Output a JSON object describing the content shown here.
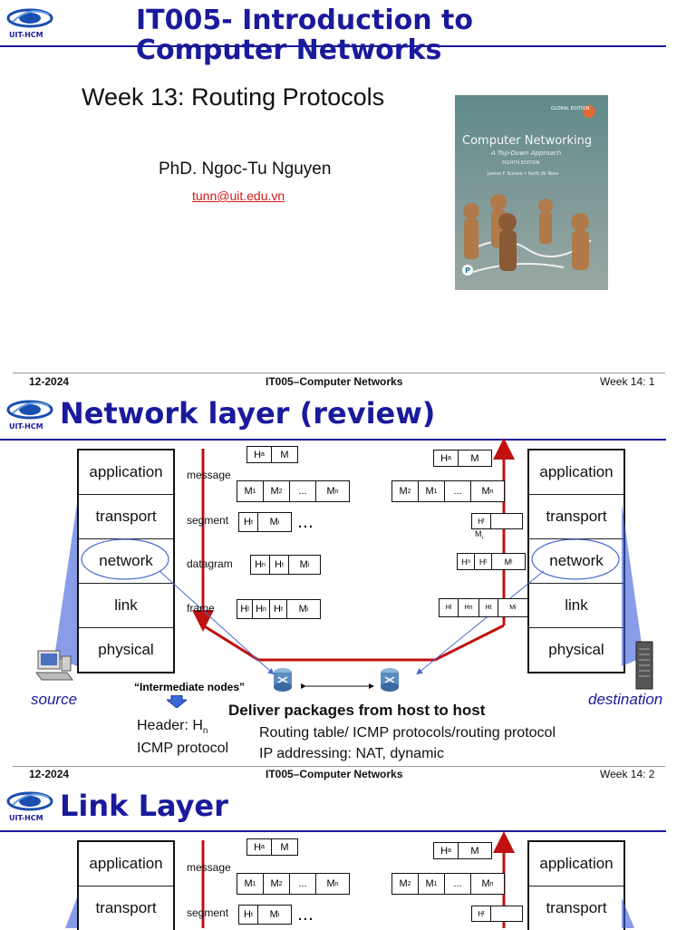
{
  "slide1": {
    "logo_text": "UIT-HCM",
    "title": "IT005- Introduction to Computer Networks",
    "subtitle": "Week 13: Routing Protocols",
    "author": "PhD. Ngoc-Tu Nguyen",
    "email": "tunn@uit.edu.vn",
    "book": {
      "badge": "GLOBAL EDITION",
      "title": "Computer Networking",
      "subtitle": "A Top-Down Approach",
      "edition": "EIGHTH EDITION",
      "authors": "James F. Kurose • Keith W. Ross",
      "publisher_mark": "P"
    }
  },
  "footer1": {
    "date": "12-2024",
    "course": "IT005–Computer Networks",
    "week": "Week 14: 1"
  },
  "slide2": {
    "logo_text": "UIT-HCM",
    "title": "Network layer (review)",
    "layers": [
      "application",
      "transport",
      "network",
      "link",
      "physical"
    ],
    "row_labels": {
      "message": "message",
      "segment": "segment",
      "datagram": "datagram",
      "frame": "frame"
    },
    "source": "source",
    "destination": "destination",
    "intermediate": "“Intermediate nodes”",
    "deliver": "Deliver packages from host to host",
    "header_prefix": "Header: H",
    "header_sub": "n",
    "icmp": "ICMP protocol",
    "routing": "Routing table/ ICMP protocols/routing protocol",
    "ip": "IP addressing: NAT, dynamic",
    "ellipsis": "…"
  },
  "footer2": {
    "date": "12-2024",
    "course": "IT005–Computer Networks",
    "week": "Week 14: 2"
  },
  "slide3": {
    "logo_text": "UIT-HCM",
    "title": "Link Layer",
    "layers": [
      "application",
      "transport"
    ],
    "row_labels": {
      "message": "message",
      "segment": "segment"
    },
    "ellipsis": "…"
  }
}
